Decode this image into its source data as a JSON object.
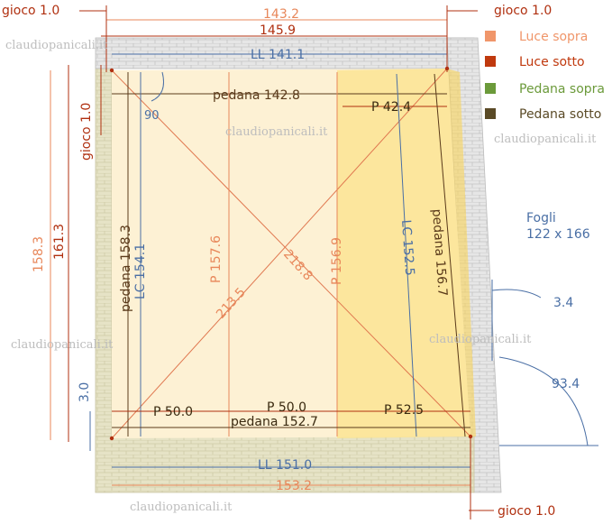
{
  "colors": {
    "luce_sopra": "#f0966a",
    "luce_sotto": "#c0390e",
    "pedana_sopra": "#6b9a3a",
    "pedana_sotto": "#5a4a26",
    "wall": "#d9d4b2",
    "fill_light": "#fdf4dc",
    "fill_yellow": "#fbe08a",
    "fogli_text": "#4a6fa5"
  },
  "legend": [
    {
      "label": "Luce sopra",
      "color": "#f0966a"
    },
    {
      "label": "Luce sotto",
      "color": "#c0390e"
    },
    {
      "label": "Pedana sopra",
      "color": "#6b9a3a"
    },
    {
      "label": "Pedana sotto",
      "color": "#5a4a26"
    }
  ],
  "watermark": "claudiopanicali.it",
  "labels": {
    "gioco_top_left": "gioco 1.0",
    "gioco_top_right": "gioco 1.0",
    "gioco_bottom_right": "gioco 1.0",
    "gioco_left_vertical": "gioco 1.0",
    "dim_143_2": "143.2",
    "dim_145_9": "145.9",
    "ll_top": "LL 141.1",
    "pedana_top": "pedana 142.8",
    "p_42_4": "P 42.4",
    "angle_90": "90",
    "dim_158_3": "158.3",
    "dim_161_3": "161.3",
    "pedana_158_3": "pedana 158.3",
    "lc_154_1": "LC 154.1",
    "p_157_6": "P 157.6",
    "p_156_9": "P 156.9",
    "lc_152_5": "LC 152.5",
    "pedana_156_7": "pedana 156.7",
    "diag_218_8": "218.8",
    "diag_213_5": "213.5",
    "fogli_title": "Fogli",
    "fogli_size": "122 x 166",
    "angle_3_4": "3.4",
    "angle_93_4": "93.4",
    "dim_3_0": "3.0",
    "p_50_0_a": "P 50.0",
    "p_50_0_b": "P 50.0",
    "p_52_5": "P 52.5",
    "pedana_152_7": "pedana 152.7",
    "ll_bottom": "LL 151.0",
    "dim_153_2": "153.2"
  }
}
